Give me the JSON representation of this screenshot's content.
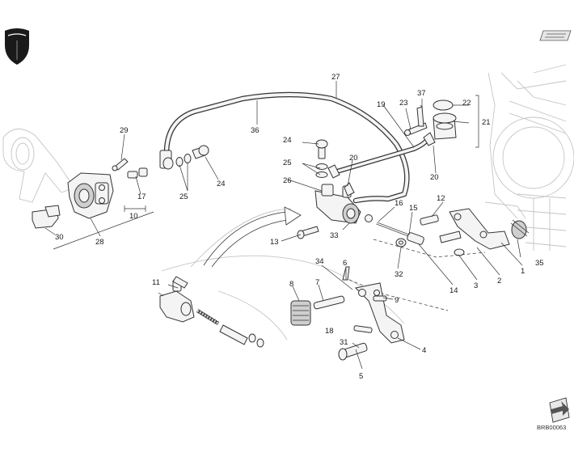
{
  "diagram": {
    "code": "BRB00063",
    "callouts": [
      "1",
      "2",
      "3",
      "4",
      "5",
      "6",
      "7",
      "8",
      "9",
      "10",
      "11",
      "12",
      "13",
      "14",
      "15",
      "16",
      "17",
      "18",
      "19",
      "20",
      "20",
      "21",
      "22",
      "23",
      "24",
      "24",
      "25",
      "25",
      "26",
      "27",
      "28",
      "29",
      "30",
      "31",
      "32",
      "33",
      "34",
      "35",
      "36",
      "37"
    ]
  },
  "colors": {
    "ink": "#333333",
    "faint": "#c4c4c4",
    "logo": "#1a1a1a"
  },
  "icons": [
    "ducati-logo-icon",
    "softway-logo-icon",
    "page-turn-icon"
  ]
}
